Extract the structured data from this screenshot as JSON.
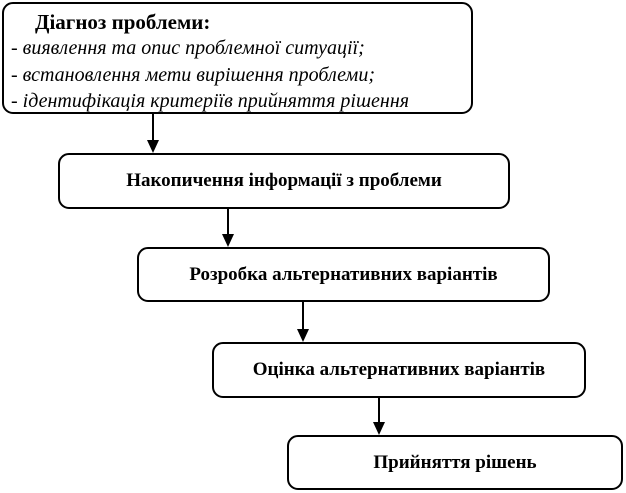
{
  "flowchart": {
    "colors": {
      "background": "#ffffff",
      "line": "#000000",
      "text": "#000000"
    },
    "steps": [
      {
        "name": "problem-diagnosis",
        "title": "Діагноз проблеми:",
        "details": [
          "- виявлення та опис проблемної ситуації;",
          "- встановлення мети вирішення проблеми;",
          "- ідентифікація критеріїв прийняття рішення"
        ]
      },
      {
        "name": "information-gathering",
        "label": "Накопичення інформації з проблеми"
      },
      {
        "name": "develop-alternatives",
        "label": "Розробка альтернативних варіантів"
      },
      {
        "name": "evaluate-alternatives",
        "label": "Оцінка альтернативних варіантів"
      },
      {
        "name": "decision-making",
        "label": "Прийняття рішень"
      }
    ],
    "connections": [
      {
        "from": "problem-diagnosis",
        "to": "information-gathering"
      },
      {
        "from": "information-gathering",
        "to": "develop-alternatives"
      },
      {
        "from": "develop-alternatives",
        "to": "evaluate-alternatives"
      },
      {
        "from": "evaluate-alternatives",
        "to": "decision-making"
      }
    ]
  }
}
